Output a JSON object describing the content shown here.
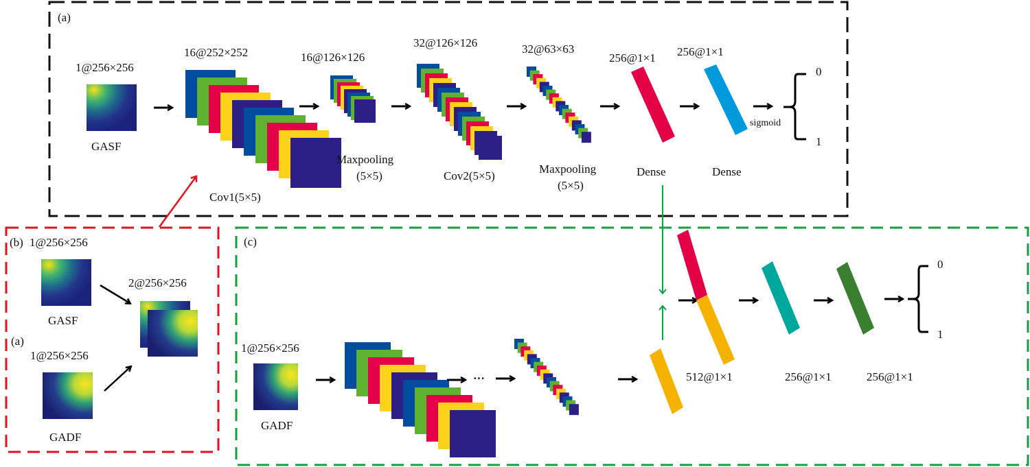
{
  "panels": {
    "a": {
      "label": "(a)",
      "input": {
        "dims": "1@256×256",
        "name": "GASF"
      },
      "conv1": {
        "dims": "16@252×252",
        "name": "Cov1(5×5)"
      },
      "pool1": {
        "dims": "16@126×126",
        "name_line1": "Maxpooling",
        "name_line2": "(5×5)"
      },
      "conv2": {
        "dims": "32@126×126",
        "name": "Cov2(5×5)"
      },
      "pool2": {
        "dims": "32@63×63",
        "name_line1": "Maxpooling",
        "name_line2": "(5×5)"
      },
      "dense1": {
        "dims": "256@1×1",
        "name": "Dense"
      },
      "dense2": {
        "dims": "256@1×1",
        "name": "Dense"
      },
      "activation": "sigmoid",
      "outputs": [
        "0",
        "1"
      ]
    },
    "b": {
      "label": "(b)",
      "gasf": {
        "dims": "1@256×256",
        "name": "GASF"
      },
      "sub_label": "(a)",
      "gadf": {
        "dims": "1@256×256",
        "name": "GADF"
      },
      "stacked": {
        "dims": "2@256×256"
      }
    },
    "c": {
      "label": "(c)",
      "input": {
        "dims": "1@256×256",
        "name": "GADF"
      },
      "ellipsis": "···",
      "concat": {
        "dims": "512@1×1"
      },
      "dense1": {
        "dims": "256@1×1"
      },
      "dense2": {
        "dims": "256@1×1"
      },
      "outputs": [
        "0",
        "1"
      ]
    }
  },
  "colors": {
    "box_a": "#111111",
    "box_b": "#e3101f",
    "box_c": "#12a03c",
    "fmap_cycle": [
      "#004c9e",
      "#5fb130",
      "#e5004a",
      "#fdd21a",
      "#2d1f86"
    ],
    "dense_red": "#e30045",
    "dense_blue": "#0099dc",
    "dense_orange": "#f6b200",
    "dense_teal": "#00a79c",
    "dense_green": "#3a7f30"
  }
}
